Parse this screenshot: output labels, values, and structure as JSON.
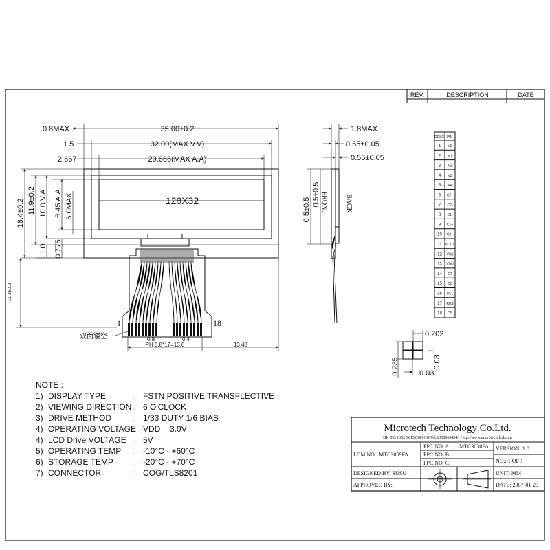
{
  "revision_table": {
    "rev": "REV.",
    "description": "DESCRIPTION",
    "date": "DATE"
  },
  "front_view": {
    "dim_total_width": "35.00±0.2",
    "dim_max_vv": "32.00(MAX V.V)",
    "dim_max_aa": "29.666(MAX A.A)",
    "dim_left_08": "0.8MAX",
    "dim_left_15": "1.5",
    "dim_left_2667": "2.667",
    "resolution": "128X32",
    "dim_height_total": "16.4±0.2",
    "dim_height_119": "11.9±0.2",
    "dim_va": "10.0 V.A",
    "dim_aa": "8.45 A.A",
    "dim_60max": "6.0MAX",
    "dim_10": "1.0",
    "dim_0775": "0.775",
    "dim_fpc_length": "11.3±0.2",
    "pin_first": "1",
    "pin_last": "18",
    "double_side_label": "双面镂空",
    "dim_08": "0,8",
    "dim_04": "0,4",
    "dim_pitch": "PH 0.8*17=13,6",
    "dim_1348": "13,48"
  },
  "side_view": {
    "dim_18max": "1.8MAX",
    "dim_055_a": "0.55±0.05",
    "dim_055_b": "0.55±0.05",
    "dim_05_a": "0.5±0.5",
    "dim_05_b": "0.5±0.5",
    "front_label": "FRONT",
    "back_label": "BACK"
  },
  "pin_table": {
    "col_no": "DESC",
    "col_pin": "PIN",
    "rows": [
      {
        "no": "1",
        "pin": "V0"
      },
      {
        "no": "2",
        "pin": "V1"
      },
      {
        "no": "3",
        "pin": "V2"
      },
      {
        "no": "4",
        "pin": "V3"
      },
      {
        "no": "5",
        "pin": "V4"
      },
      {
        "no": "6",
        "pin": "C2+"
      },
      {
        "no": "7",
        "pin": "C2-"
      },
      {
        "no": "8",
        "pin": "C1-"
      },
      {
        "no": "9",
        "pin": "C1+"
      },
      {
        "no": "10",
        "pin": "C3+"
      },
      {
        "no": "11",
        "pin": "VOUT"
      },
      {
        "no": "12",
        "pin": "VSS"
      },
      {
        "no": "13",
        "pin": "VDD"
      },
      {
        "no": "14",
        "pin": "D7"
      },
      {
        "no": "15",
        "pin": "D6"
      },
      {
        "no": "16",
        "pin": "SCL"
      },
      {
        "no": "17",
        "pin": "RES"
      },
      {
        "no": "18",
        "pin": "CS"
      }
    ]
  },
  "dot_detail": {
    "dim_0202": "0.202",
    "dim_0235": "0.235",
    "dim_003_a": "0.03",
    "dim_003_b": "0.03"
  },
  "notes": {
    "heading": "NOTE :",
    "items": [
      {
        "num": "1)",
        "label": "DISPLAY TYPE",
        "value": "FSTN POSITIVE TRANSFLECTIVE"
      },
      {
        "num": "2)",
        "label": "VIEWING DIRECTION",
        "value": "6 O'CLOCK"
      },
      {
        "num": "3)",
        "label": "DRIVE METHOD",
        "value": "1/33 DUTY   1/6 BIAS"
      },
      {
        "num": "4)",
        "label": "OPERATING VOLTAGE",
        "value": "VDD = 3.0V"
      },
      {
        "num": "4)",
        "label": "LCD Drive VOLTAGE",
        "value": "5V"
      },
      {
        "num": "5)",
        "label": "OPERATING TEMP",
        "value": "-10°C  -  +60°C"
      },
      {
        "num": "6)",
        "label": "STORAGE TEMP",
        "value": "-20°C  -  +70°C"
      },
      {
        "num": "7)",
        "label": "CONNECTOR",
        "value": "COG/TLS8201"
      }
    ]
  },
  "title_block": {
    "company": "Microtech Technology Co.Ltd.",
    "contact": "HK Tel: (852)98152643   CN Tel:13509694343   Http://www.microtech-lcd.com",
    "lcm_no": "LCM NO.: MTC3059FA",
    "fpc_a_label": "FPC NO. A:",
    "fpc_a_value": "MTC3030FA",
    "fpc_b_label": "FPC NO. B:",
    "fpc_c_label": "FPC NO. C:",
    "version": "VERSION:  1.0",
    "no": "NO.:  1  OF 1",
    "unit": "UNIT:     MM",
    "designed_by": "DESIGNED BY:     SUSU",
    "approved_by": "APPROVED BY:",
    "date": "DATE:  2007-01-29"
  }
}
